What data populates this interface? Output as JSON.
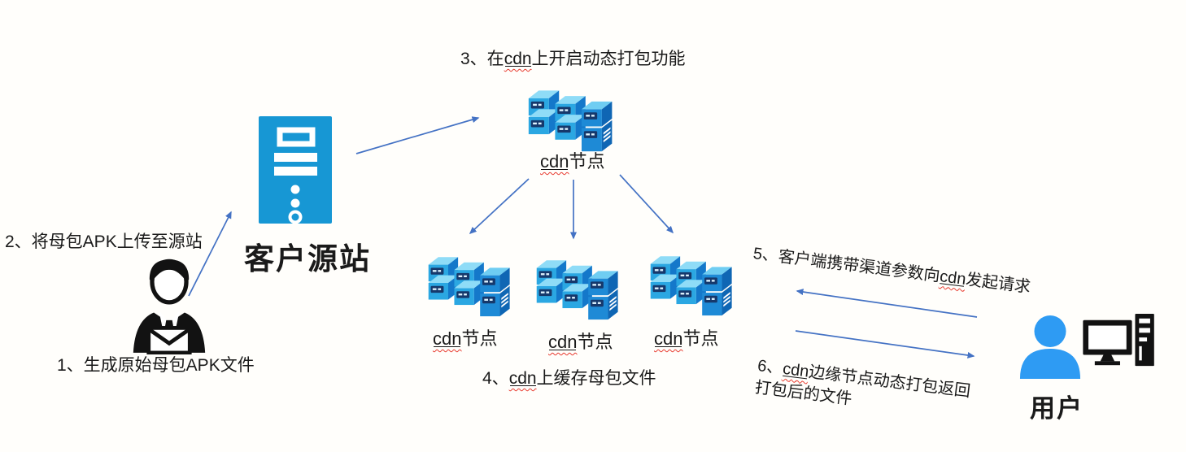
{
  "colors": {
    "background": "#fffefb",
    "arrow_blue": "#4472C4",
    "origin_server_blue": "#1797D4",
    "user_blue": "#2E9BF3",
    "cluster_top_blue": "#8FDCF7",
    "cluster_front_blue": "#2BA7E2",
    "cluster_side_blue": "#1478CA",
    "cluster_panel_navy": "#16386B",
    "icon_black": "#121212",
    "spellcheck_red": "#e8392e",
    "text_black": "#1a1a1a"
  },
  "icons": {
    "businessman": "businessman-envelope-icon",
    "origin_server": "server-tower-icon",
    "cdn_cluster": "server-stack-icon",
    "user_person": "user-silhouette-icon",
    "desktop": "desktop-computer-icon",
    "connector": "arrow-connector"
  },
  "nodes": {
    "origin": {
      "label": "客户源站"
    },
    "cdn_top": {
      "keyword": "cdn",
      "rest": "节点"
    },
    "cdn_left": {
      "keyword": "cdn",
      "rest": "节点"
    },
    "cdn_mid": {
      "keyword": "cdn",
      "rest": "节点"
    },
    "cdn_right": {
      "keyword": "cdn",
      "rest": "节点"
    },
    "user": {
      "label": "用户"
    }
  },
  "steps": {
    "s1": {
      "text": "1、生成原始母包APK文件"
    },
    "s2": {
      "text": "2、将母包APK上传至源站"
    },
    "s3": {
      "prefix": "3、在",
      "keyword": "cdn",
      "suffix": "上开启动态打包功能"
    },
    "s4": {
      "prefix": "4、",
      "keyword": "cdn",
      "suffix": "上缓存母包文件"
    },
    "s5": {
      "prefix": "5、客户端携带渠道参数向",
      "keyword": "cdn",
      "suffix": "发起请求"
    },
    "s6": {
      "prefix": "6、",
      "keyword": "cdn",
      "suffix": "边缘节点动态打包返回",
      "line2": "打包后的文件"
    }
  }
}
